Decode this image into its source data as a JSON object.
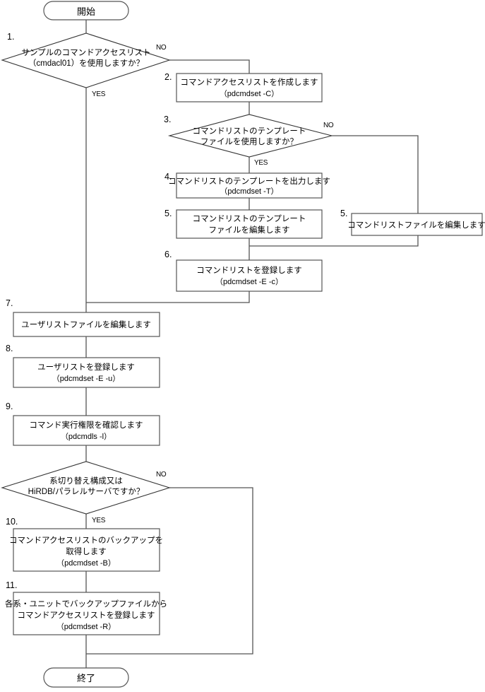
{
  "diagram": {
    "type": "flowchart",
    "title": "",
    "terminators": {
      "start": "開始",
      "end": "終了"
    },
    "branch_labels": {
      "yes": "YES",
      "no": "NO"
    },
    "steps": [
      {
        "num": "1.",
        "kind": "decision",
        "lines": [
          "サンプルのコマンドアクセスリスト",
          "（cmdacl01）を使用しますか？"
        ]
      },
      {
        "num": "2.",
        "kind": "process",
        "lines": [
          "コマンドアクセスリストを作成します",
          "（pdcmdset -C）"
        ]
      },
      {
        "num": "3.",
        "kind": "decision",
        "lines": [
          "コマンドリストのテンプレート",
          "ファイルを使用しますか？"
        ]
      },
      {
        "num": "4.",
        "kind": "process",
        "lines": [
          "コマンドリストのテンプレートを出力します",
          "（pdcmdset -T）"
        ]
      },
      {
        "num": "5.",
        "kind": "process",
        "lines": [
          "コマンドリストのテンプレート",
          "ファイルを編集します"
        ]
      },
      {
        "num": "5.",
        "kind": "process",
        "lines": [
          "コマンドリストファイルを編集します"
        ]
      },
      {
        "num": "6.",
        "kind": "process",
        "lines": [
          "コマンドリストを登録します",
          "（pdcmdset -E -c）"
        ]
      },
      {
        "num": "7.",
        "kind": "process",
        "lines": [
          "ユーザリストファイルを編集します"
        ]
      },
      {
        "num": "8.",
        "kind": "process",
        "lines": [
          "ユーザリストを登録します",
          "（pdcmdset -E -u）"
        ]
      },
      {
        "num": "9.",
        "kind": "process",
        "lines": [
          "コマンド実行権限を確認します",
          "（pdcmdls -l）"
        ]
      },
      {
        "num": "",
        "kind": "decision",
        "lines": [
          "系切り替え構成又は",
          "HiRDB/パラレルサーバですか？"
        ]
      },
      {
        "num": "10.",
        "kind": "process",
        "lines": [
          "コマンドアクセスリストのバックアップを",
          "取得します",
          "（pdcmdset -B）"
        ]
      },
      {
        "num": "11.",
        "kind": "process",
        "lines": [
          "各系・ユニットでバックアップファイルから",
          "コマンドアクセスリストを登録します",
          "（pdcmdset -R）"
        ]
      }
    ],
    "colors": {
      "background": "#ffffff",
      "stroke": "#555555",
      "text": "#000000"
    }
  }
}
